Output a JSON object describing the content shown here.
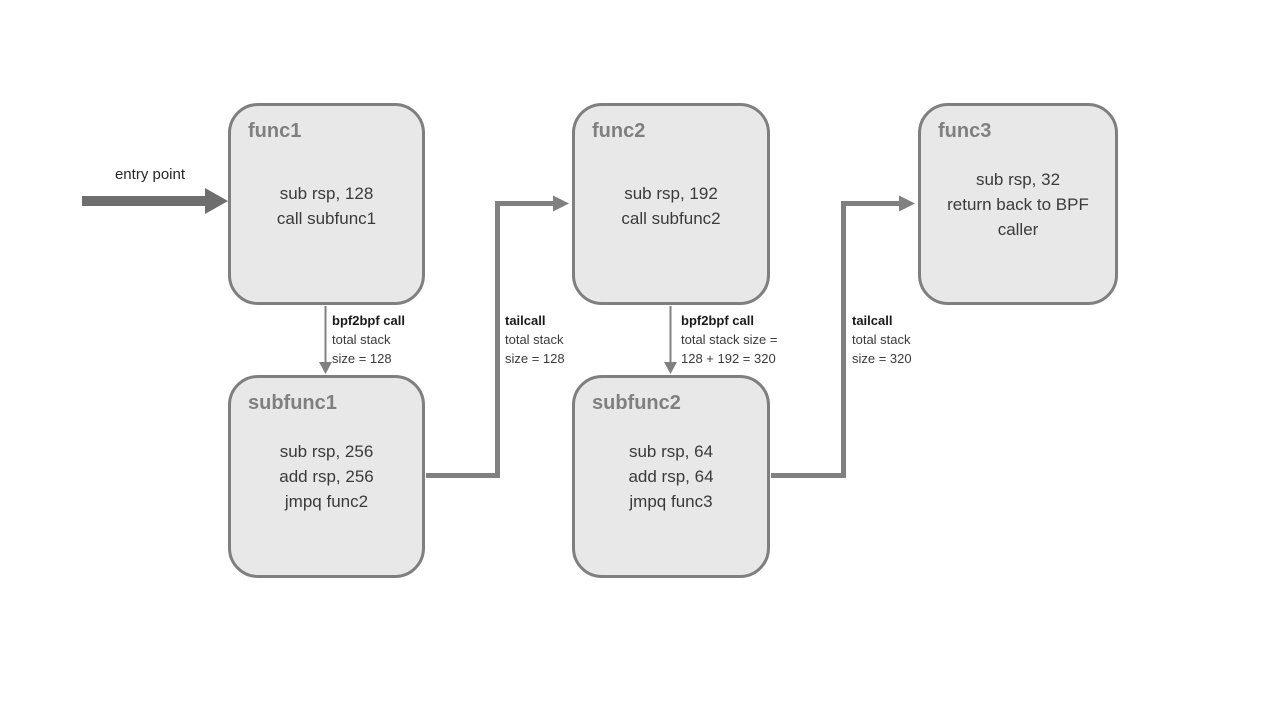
{
  "diagram": {
    "description": "BPF function call / tailcall stack-size flow"
  },
  "entry": {
    "label": "entry point"
  },
  "nodes": [
    {
      "id": "func1",
      "title": "func1",
      "lines": [
        "sub rsp, 128",
        "call subfunc1"
      ]
    },
    {
      "id": "func2",
      "title": "func2",
      "lines": [
        "sub rsp, 192",
        "call subfunc2"
      ]
    },
    {
      "id": "func3",
      "title": "func3",
      "lines": [
        "sub rsp, 32",
        "return back to BPF",
        "caller"
      ]
    },
    {
      "id": "subfunc1",
      "title": "subfunc1",
      "lines": [
        "sub rsp, 256",
        "add rsp, 256",
        "jmpq func2"
      ]
    },
    {
      "id": "subfunc2",
      "title": "subfunc2",
      "lines": [
        "sub rsp, 64",
        "add rsp, 64",
        "jmpq func3"
      ]
    }
  ],
  "edge_labels": [
    {
      "id": "bpf2bpf-func1-subfunc1",
      "title": "bpf2bpf call",
      "lines": [
        "total stack",
        "size = 128"
      ]
    },
    {
      "id": "tailcall-subfunc1-func2",
      "title": "tailcall",
      "lines": [
        "total stack",
        "size = 128"
      ]
    },
    {
      "id": "bpf2bpf-func2-subfunc2",
      "title": "bpf2bpf call",
      "lines": [
        "total stack size =",
        "128 + 192 = 320"
      ]
    },
    {
      "id": "tailcall-subfunc2-func3",
      "title": "tailcall",
      "lines": [
        "total stack",
        "size = 320"
      ]
    }
  ],
  "colors": {
    "node_fill": "#e8e8e8",
    "node_border": "#7f7f7f",
    "node_title": "#808080",
    "body_text": "#3a3a3a",
    "label_bold": "#1a1a1a",
    "label_text": "#3a3a3a",
    "arrow": "#808080",
    "entry_arrow": "#6e6e6e",
    "background": "#ffffff"
  }
}
